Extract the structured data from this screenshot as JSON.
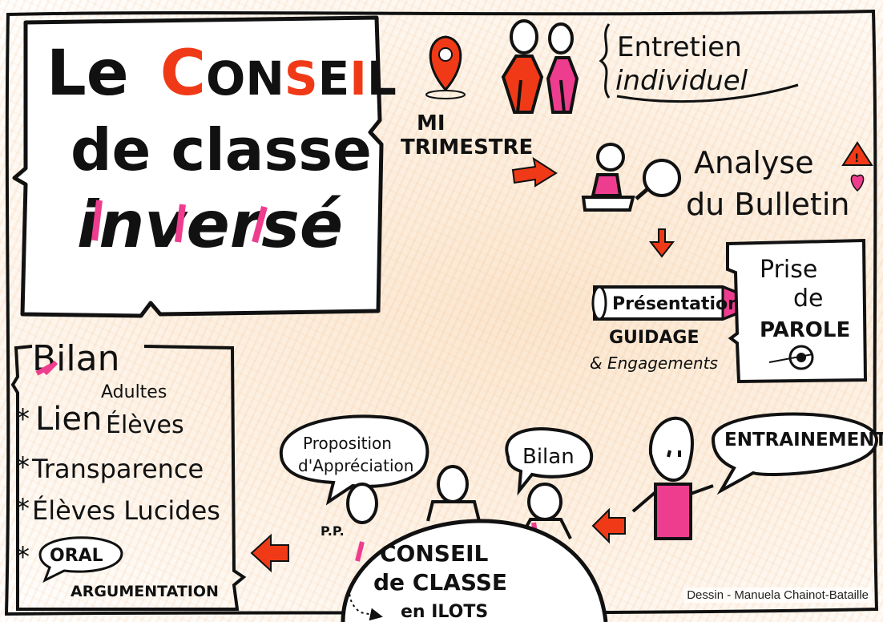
{
  "title": {
    "le": "Le",
    "conseil_c": "C",
    "conseil_o": "O",
    "conseil_n": "N",
    "conseil_s": "S",
    "conseil_e": "E",
    "conseil_i": "I",
    "conseil_l": "L",
    "line2": "de classe",
    "line3": "inversé"
  },
  "mi_trimestre": {
    "line1": "MI",
    "line2": "TRIMESTRE"
  },
  "entretien": {
    "line1": "Entretien",
    "line2": "individuel"
  },
  "analyse": {
    "line1": "Analyse",
    "line2": "du Bulletin"
  },
  "presentation": "Présentation",
  "guidage": "GUIDAGE",
  "engagements": "& Engagements",
  "prise_de_parole": {
    "line1": "Prise",
    "line2": "de",
    "line3": "PAROLE"
  },
  "entrainement": "ENTRAINEMENT",
  "bilan_bubble": "Bilan",
  "proposition": {
    "line1": "Proposition",
    "line2": "d'Appréciation"
  },
  "pp": "P.P.",
  "conseil_ilots": {
    "line1": "CONSEIL",
    "line2": "de CLASSE",
    "line3": "en ILOTS"
  },
  "bilan_panel": {
    "title": "Bilan",
    "lien": "Lien",
    "adultes": "Adultes",
    "eleves": "Élèves",
    "transparence": "Transparence",
    "eleves_lucides": "Élèves Lucides",
    "oral": "ORAL",
    "argumentation": "ARGUMENTATION"
  },
  "credit": "Dessin - Manuela Chainot-Bataille",
  "colors": {
    "ink": "#111111",
    "accent_red": "#f03a17",
    "accent_pink": "#ee3d8f",
    "paper": "#fdf3e8"
  },
  "icons": [
    "location-pin-icon",
    "magnifier-icon",
    "target-icon",
    "warning-icon",
    "heart-icon",
    "pencil-icon"
  ]
}
